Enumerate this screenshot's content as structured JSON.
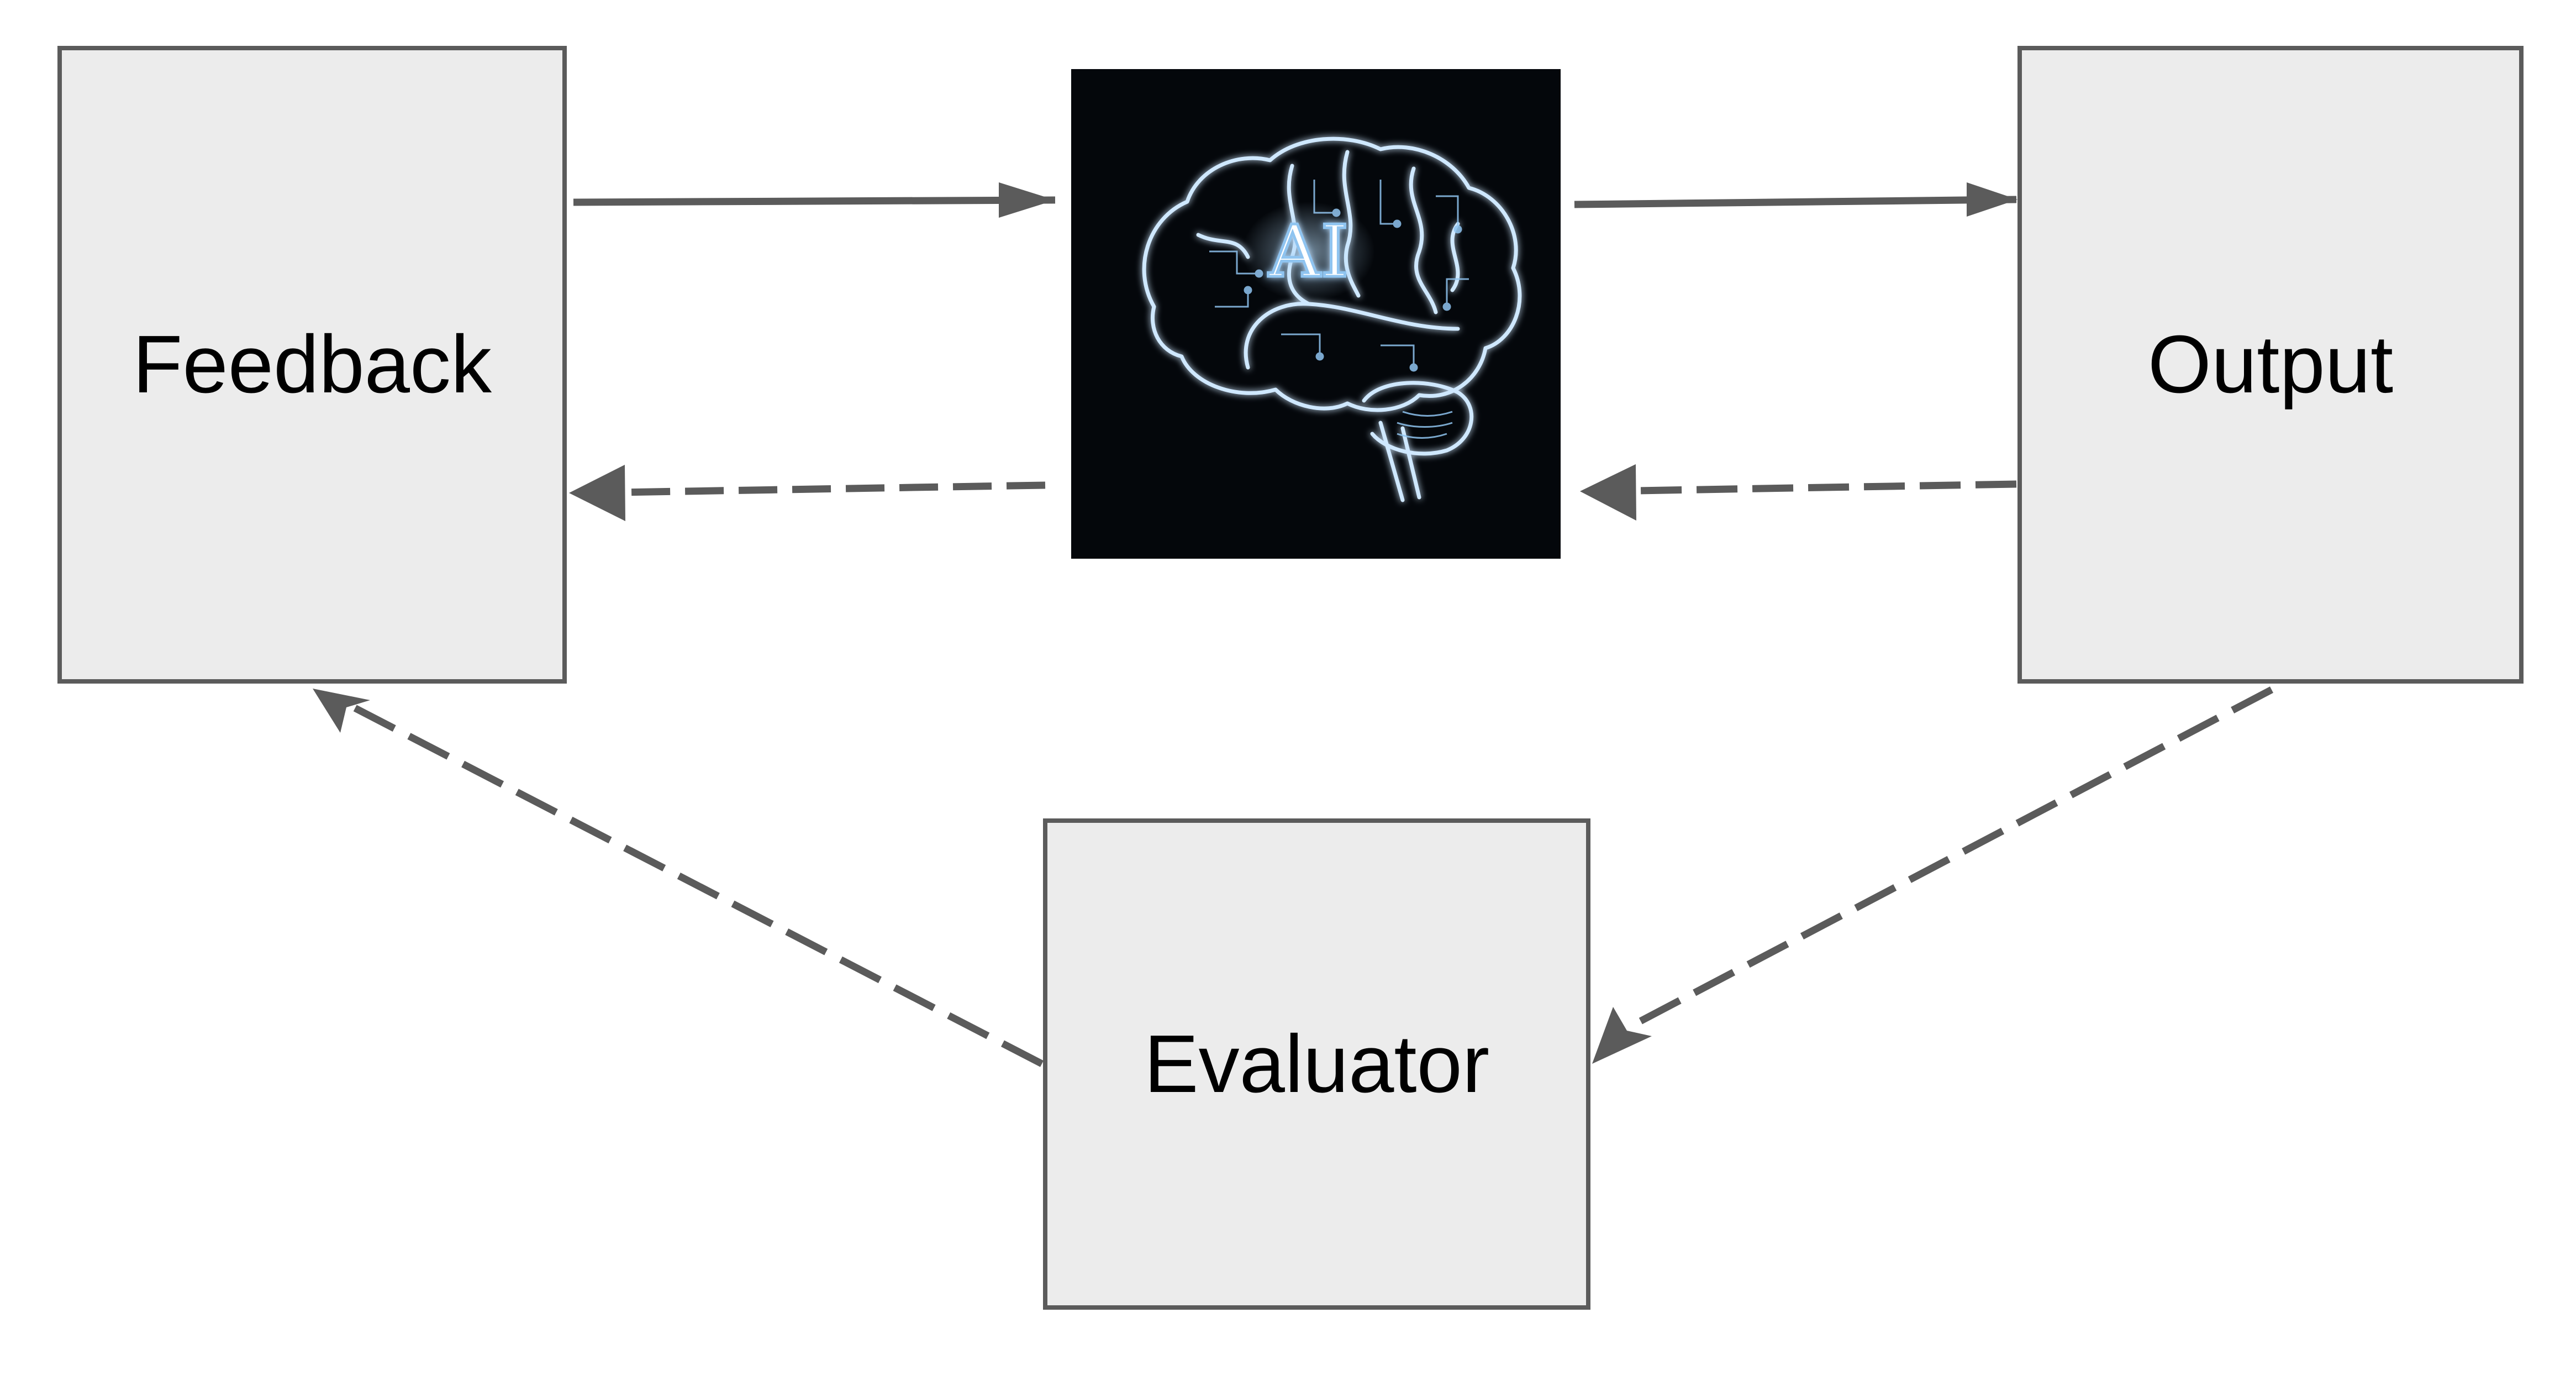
{
  "diagram": {
    "nodes": {
      "feedback": {
        "label": "Feedback"
      },
      "ai_model": {
        "label": "AI",
        "image": "glowing-circuit-brain"
      },
      "output": {
        "label": "Output"
      },
      "evaluator": {
        "label": "Evaluator"
      }
    },
    "edges": [
      {
        "from": "feedback",
        "to": "ai_model",
        "style": "solid"
      },
      {
        "from": "ai_model",
        "to": "output",
        "style": "solid"
      },
      {
        "from": "ai_model",
        "to": "feedback",
        "style": "dashed"
      },
      {
        "from": "output",
        "to": "ai_model",
        "style": "dashed"
      },
      {
        "from": "output",
        "to": "evaluator",
        "style": "dashed"
      },
      {
        "from": "evaluator",
        "to": "feedback",
        "style": "dashed"
      }
    ],
    "colors": {
      "edge": "#5b5b5b",
      "node_fill": "#ececec",
      "node_border": "#5b5b5b",
      "brain_glow": "#a9d4ff",
      "brain_background": "#04070b"
    }
  }
}
